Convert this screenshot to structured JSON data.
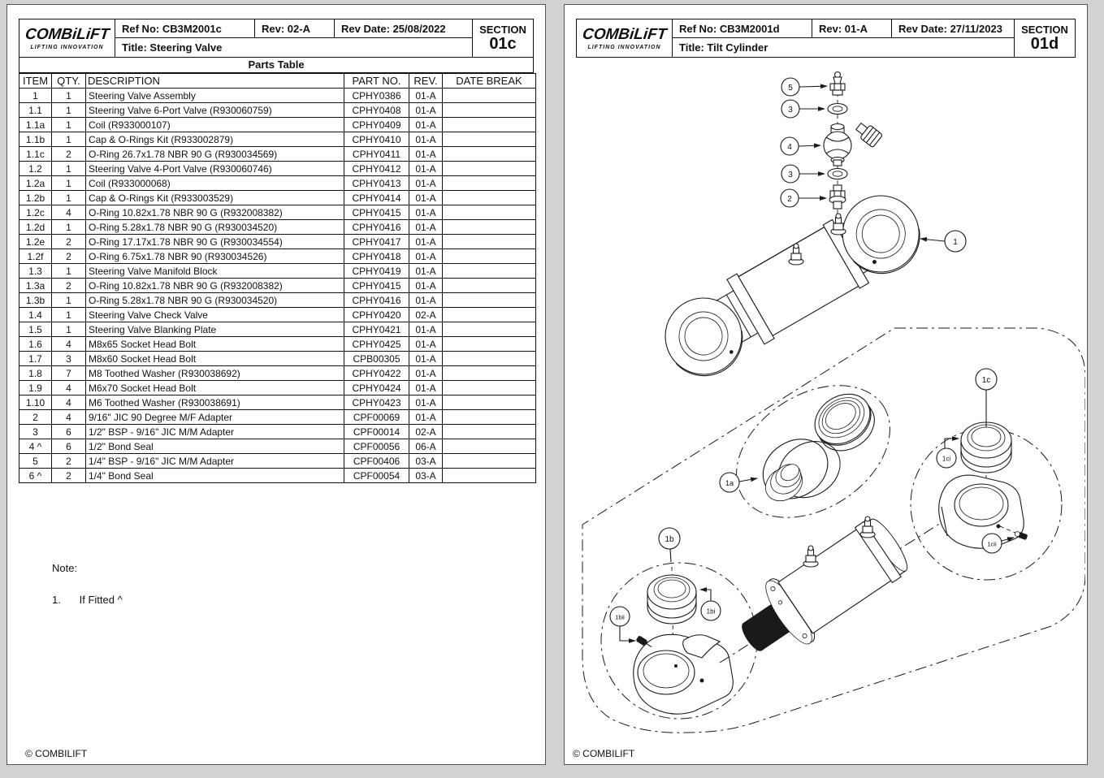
{
  "brand": {
    "logo_text": "COMBiLiFT",
    "tagline": "LIFTING INNOVATION"
  },
  "pages": [
    {
      "header": {
        "ref": "Ref No: CB3M2001c",
        "rev": "Rev: 02-A",
        "rev_date": "Rev Date: 25/08/2022",
        "section_label": "SECTION",
        "section_num": "01c",
        "title": "Title: Steering Valve"
      },
      "parts_table": {
        "title": "Parts Table",
        "columns": [
          "ITEM",
          "QTY.",
          "DESCRIPTION",
          "PART NO.",
          "REV.",
          "DATE BREAK"
        ],
        "rows": [
          [
            "1",
            "1",
            "Steering Valve Assembly",
            "CPHY0386",
            "01-A",
            ""
          ],
          [
            "1.1",
            "1",
            "Steering Valve 6-Port Valve (R930060759)",
            "CPHY0408",
            "01-A",
            ""
          ],
          [
            "1.1a",
            "1",
            "Coil (R933000107)",
            "CPHY0409",
            "01-A",
            ""
          ],
          [
            "1.1b",
            "1",
            "Cap & O-Rings Kit (R933002879)",
            "CPHY0410",
            "01-A",
            ""
          ],
          [
            "1.1c",
            "2",
            "O-Ring 26.7x1.78 NBR 90 G (R930034569)",
            "CPHY0411",
            "01-A",
            ""
          ],
          [
            "1.2",
            "1",
            "Steering Valve 4-Port Valve (R930060746)",
            "CPHY0412",
            "01-A",
            ""
          ],
          [
            "1.2a",
            "1",
            "Coil (R933000068)",
            "CPHY0413",
            "01-A",
            ""
          ],
          [
            "1.2b",
            "1",
            "Cap & O-Rings Kit (R933003529)",
            "CPHY0414",
            "01-A",
            ""
          ],
          [
            "1.2c",
            "4",
            "O-Ring 10.82x1.78 NBR 90 G (R932008382)",
            "CPHY0415",
            "01-A",
            ""
          ],
          [
            "1.2d",
            "1",
            "O-Ring 5.28x1.78 NBR 90 G (R930034520)",
            "CPHY0416",
            "01-A",
            ""
          ],
          [
            "1.2e",
            "2",
            "O-Ring 17.17x1.78 NBR 90 G (R930034554)",
            "CPHY0417",
            "01-A",
            ""
          ],
          [
            "1.2f",
            "2",
            "O-Ring 6.75x1.78 NBR 90 (R930034526)",
            "CPHY0418",
            "01-A",
            ""
          ],
          [
            "1.3",
            "1",
            "Steering Valve Manifold Block",
            "CPHY0419",
            "01-A",
            ""
          ],
          [
            "1.3a",
            "2",
            "O-Ring 10.82x1.78 NBR 90 G (R932008382)",
            "CPHY0415",
            "01-A",
            ""
          ],
          [
            "1.3b",
            "1",
            "O-Ring 5.28x1.78 NBR 90 G (R930034520)",
            "CPHY0416",
            "01-A",
            ""
          ],
          [
            "1.4",
            "1",
            "Steering Valve Check Valve",
            "CPHY0420",
            "02-A",
            ""
          ],
          [
            "1.5",
            "1",
            "Steering Valve Blanking Plate",
            "CPHY0421",
            "01-A",
            ""
          ],
          [
            "1.6",
            "4",
            "M8x65 Socket Head Bolt",
            "CPHY0425",
            "01-A",
            ""
          ],
          [
            "1.7",
            "3",
            "M8x60 Socket Head Bolt",
            "CPB00305",
            "01-A",
            ""
          ],
          [
            "1.8",
            "7",
            "M8 Toothed Washer (R930038692)",
            "CPHY0422",
            "01-A",
            ""
          ],
          [
            "1.9",
            "4",
            "M6x70 Socket Head Bolt",
            "CPHY0424",
            "01-A",
            ""
          ],
          [
            "1.10",
            "4",
            "M6 Toothed Washer (R930038691)",
            "CPHY0423",
            "01-A",
            ""
          ],
          [
            "2",
            "4",
            "9/16\" JIC 90 Degree M/F Adapter",
            "CPF00069",
            "01-A",
            ""
          ],
          [
            "3",
            "6",
            "1/2\" BSP - 9/16\" JIC M/M Adapter",
            "CPF00014",
            "02-A",
            ""
          ],
          [
            "4 ^",
            "6",
            "1/2\" Bond Seal",
            "CPF00056",
            "06-A",
            ""
          ],
          [
            "5",
            "2",
            "1/4\" BSP - 9/16\" JIC M/M Adapter",
            "CPF00406",
            "03-A",
            ""
          ],
          [
            "6 ^",
            "2",
            "1/4\" Bond Seal",
            "CPF00054",
            "03-A",
            ""
          ]
        ]
      },
      "note": {
        "heading": "Note:",
        "item_number": "1.",
        "item_text": "If Fitted ^"
      },
      "footer": "© COMBILIFT"
    },
    {
      "header": {
        "ref": "Ref No: CB3M2001d",
        "rev": "Rev: 01-A",
        "rev_date": "Rev Date: 27/11/2023",
        "section_label": "SECTION",
        "section_num": "01d",
        "title": "Title: Tilt Cylinder"
      },
      "diagram": {
        "callouts": [
          {
            "label": "5"
          },
          {
            "label": "3"
          },
          {
            "label": "4"
          },
          {
            "label": "3"
          },
          {
            "label": "2"
          },
          {
            "label": "1"
          },
          {
            "label": "1a"
          },
          {
            "label": "1c"
          },
          {
            "label": "1ci"
          },
          {
            "label": "1cii"
          },
          {
            "label": "1b"
          },
          {
            "label": "1bi"
          },
          {
            "label": "1bii"
          }
        ]
      },
      "footer": "© COMBILIFT"
    }
  ]
}
